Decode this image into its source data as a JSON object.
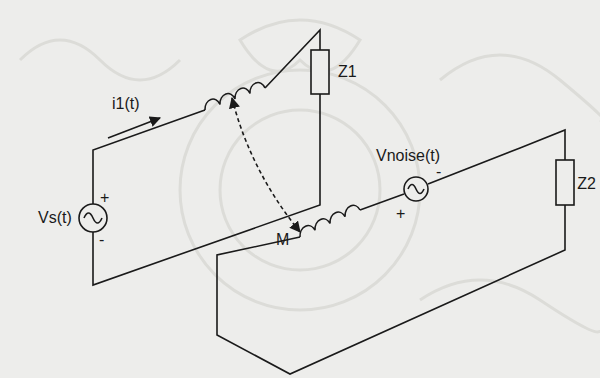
{
  "diagram": {
    "labels": [
      "i1(t)",
      "Z1",
      "M",
      "+",
      "Vs(t)",
      "-",
      "Vnoise(t)",
      "-",
      "+",
      "Z2"
    ]
  }
}
